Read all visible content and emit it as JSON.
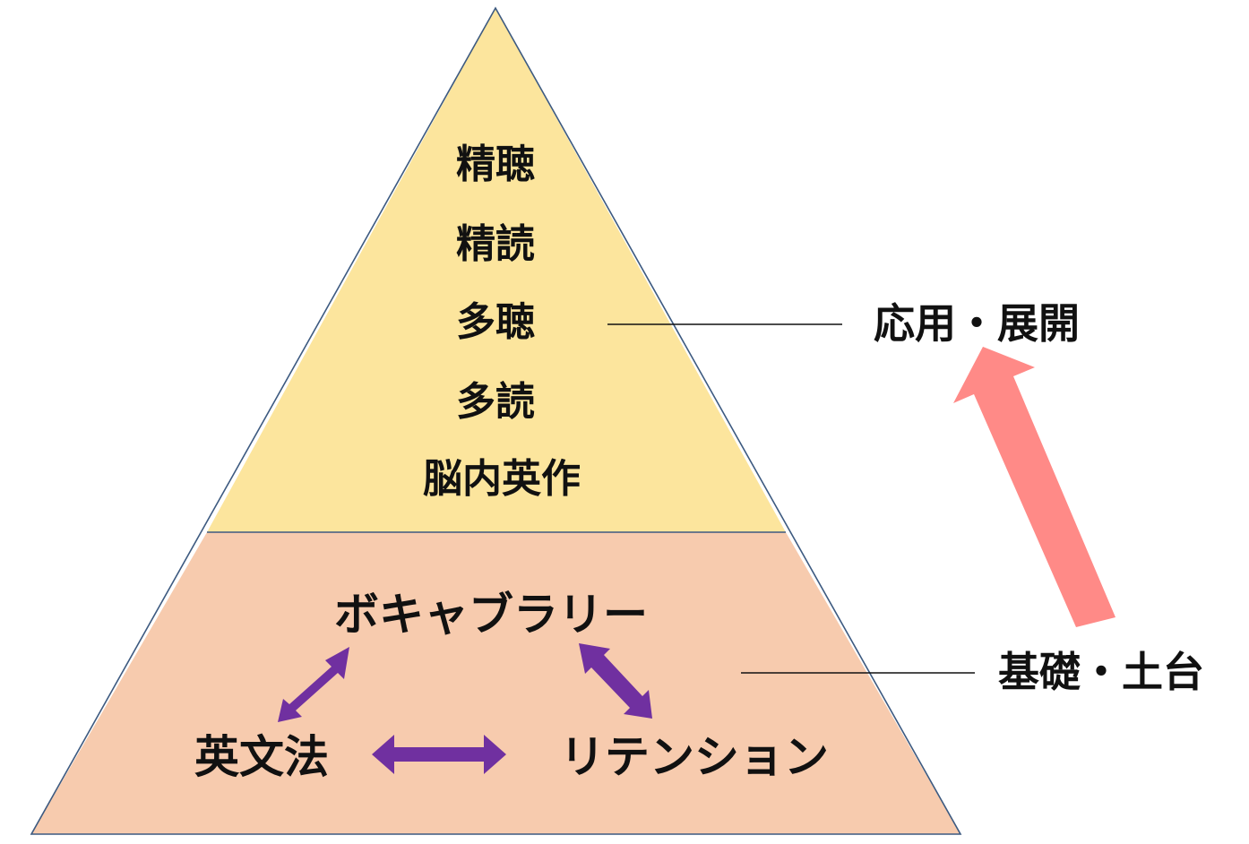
{
  "pyramid": {
    "upper_items": [
      "精聴",
      "精読",
      "多聴",
      "多読",
      "脳内英作"
    ],
    "lower": {
      "top": "ボキャブラリー",
      "bottom_left": "英文法",
      "bottom_right": "リテンション"
    }
  },
  "side_labels": {
    "upper": "応用・展開",
    "lower": "基礎・土台"
  },
  "colors": {
    "upper_fill": "#fce59d",
    "lower_fill": "#f7cbae",
    "outline": "#3d5a80",
    "cycle_arrow": "#7030a0",
    "progress_arrow": "#ff8a87"
  }
}
